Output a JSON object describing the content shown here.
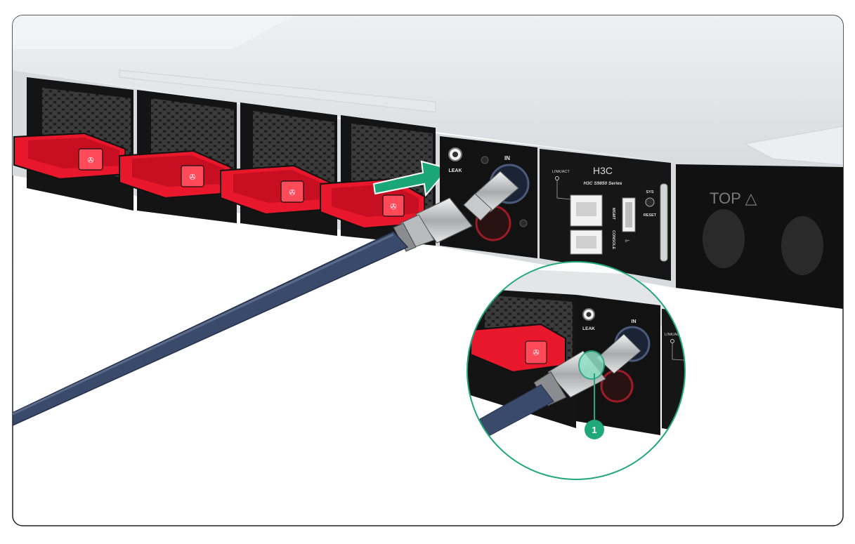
{
  "ports": {
    "leak_label": "LEAK",
    "in_label": "IN"
  },
  "module": {
    "brand_logo": "H3C",
    "series_label": "H3C S9850 Series",
    "linkact_label": "LINK/ACT",
    "sys_label": "SYS",
    "reset_label": "RESET",
    "mgmt_label": "MGMT",
    "console_label": "CONSOLE"
  },
  "blank_panel": {
    "top_label": "TOP △"
  },
  "callout": {
    "marker_number": "1",
    "leak_label": "LEAK",
    "in_label": "IN",
    "linkact_label": "LINK/ACT"
  },
  "colors": {
    "handle_red": "#e8172b",
    "hose_blue": "#3a4a6b",
    "callout_green": "#20a87a",
    "arrow_green": "#1aa676"
  },
  "icons": [
    "fan-symbol-icon",
    "usb-icon",
    "direction-arrow-icon"
  ]
}
